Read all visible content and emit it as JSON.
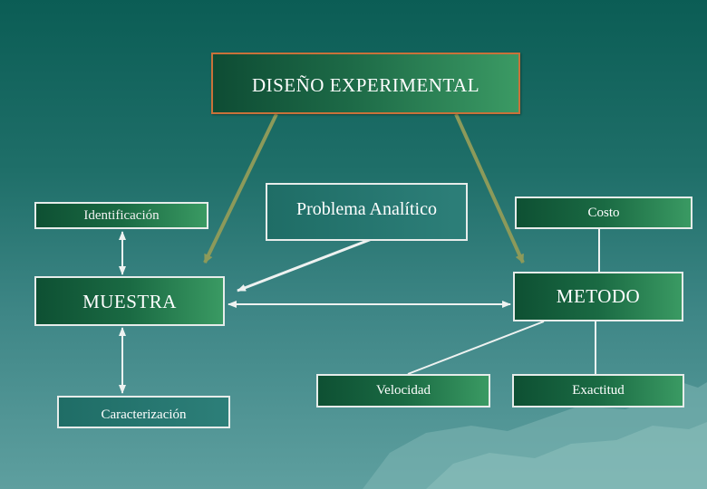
{
  "diagram": {
    "nodes": {
      "diseno": "DISEÑO EXPERIMENTAL",
      "identificacion": "Identificación",
      "problema": "Problema Analítico",
      "costo": "Costo",
      "muestra": "MUESTRA",
      "metodo": "METODO",
      "velocidad": "Velocidad",
      "exactitud": "Exactitud",
      "caracterizacion": "Caracterización"
    },
    "edges": [
      {
        "from": "diseno",
        "to": "muestra",
        "arrow": "end"
      },
      {
        "from": "diseno",
        "to": "metodo",
        "arrow": "end"
      },
      {
        "from": "problema",
        "to": "muestra",
        "arrow": "end"
      },
      {
        "from": "muestra",
        "to": "metodo",
        "arrow": "both"
      },
      {
        "from": "muestra",
        "to": "identificacion",
        "arrow": "both"
      },
      {
        "from": "muestra",
        "to": "caracterizacion",
        "arrow": "both"
      },
      {
        "from": "metodo",
        "to": "costo",
        "arrow": "none"
      },
      {
        "from": "metodo",
        "to": "velocidad",
        "arrow": "none"
      },
      {
        "from": "metodo",
        "to": "exactitud",
        "arrow": "none"
      }
    ]
  },
  "colors": {
    "background_top": "#0b5d55",
    "background_bottom": "#5e9f9f",
    "title_border": "#c9723a",
    "arrow_olive": "#8c9a5a",
    "box_border": "#e6ecea"
  }
}
